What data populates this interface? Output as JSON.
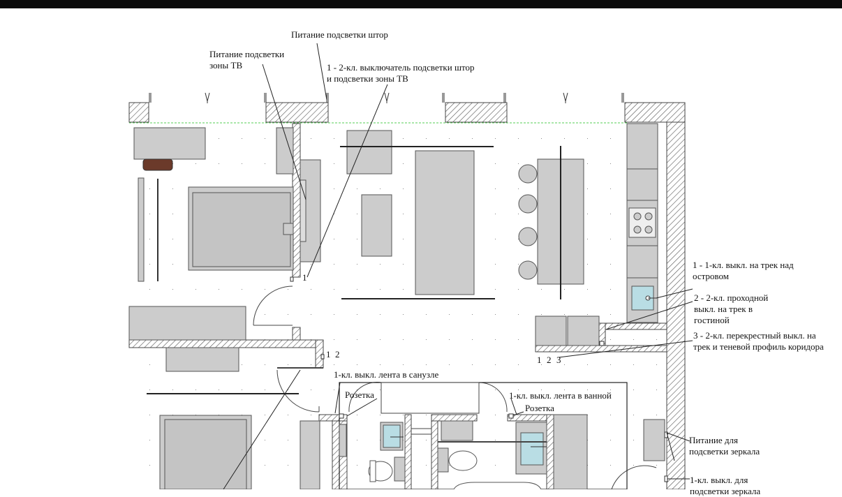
{
  "labels": {
    "curtain_light_power": "Питание подсветки штор",
    "tv_zone_power": "Питание подсветки\nзоны ТВ",
    "switch_curtain_tv": "1 - 2-кл. выключатель подсветки штор\nи подсветки зоны ТВ",
    "island_track": "1 - 1-кл. выкл. на трек над\nостровом",
    "living_track": "2 - 2-кл. проходной\nвыкл. на трек в\nгостиной",
    "corridor_cross": "3 - 2-кл. перекрестный выкл. на\nтрек и теневой профиль коридора",
    "bath_strip_switch": "1-кл. выкл. лента в санузле",
    "bathroom_strip_switch": "1-кл. выкл. лента в ванной",
    "socket_left": "Розетка",
    "socket_right": "Розетка",
    "mirror_power": "Питание для\nподсветки зеркала",
    "mirror_switch": "1-кл. выкл. для\nподсветки зеркала"
  },
  "numbers": {
    "tv_switch": "1",
    "hall_switch_a": "1",
    "hall_switch_b": "2",
    "kitchen_a": "1",
    "kitchen_b": "2",
    "kitchen_c": "3"
  },
  "colors": {
    "wall_hatch": "#555555",
    "furniture_fill": "#cccccc",
    "furniture_stroke": "#555555",
    "sink_fill": "#b9dde4",
    "window_line": "#55cc55",
    "background": "#ffffff",
    "topbar": "#0a0a0a"
  }
}
